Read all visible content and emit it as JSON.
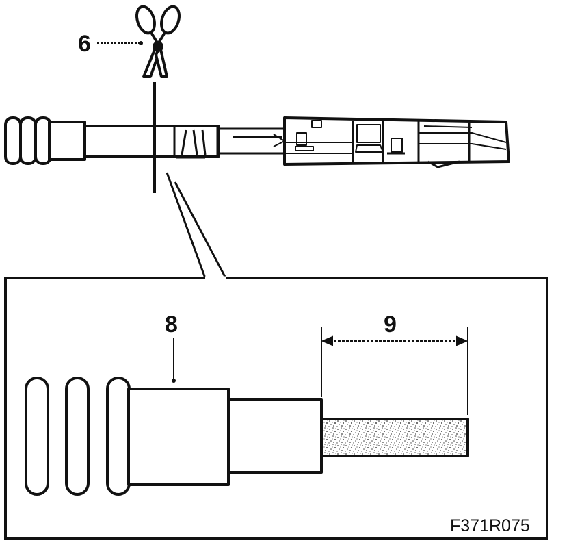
{
  "figure": {
    "code": "F371R075",
    "ink_color": "#111111",
    "background_color": "#ffffff"
  },
  "callouts": {
    "tool_label": "6",
    "sleeve_label": "8",
    "strip_length_label": "9"
  },
  "icons": {
    "tool": "scissors-icon"
  }
}
